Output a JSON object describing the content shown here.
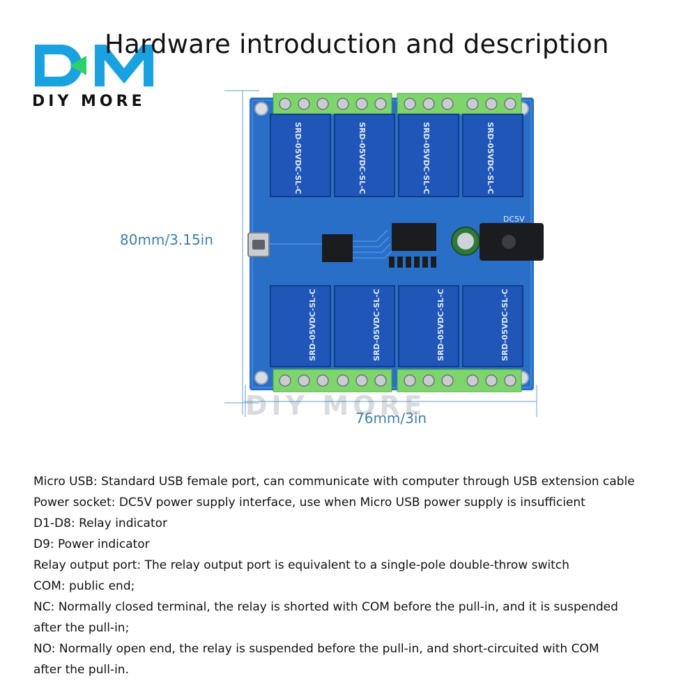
{
  "logo": {
    "mark": "DM",
    "text": "DIY MORE",
    "color": "#1aa1e0",
    "accent_color": "#2bd16a"
  },
  "title": "Hardware introduction and description",
  "dimensions": {
    "height_label": "80mm/3.15in",
    "width_label": "76mm/3in",
    "label_color": "#3f7fa6"
  },
  "watermark": "DIY MORE",
  "board": {
    "pcb_color": "#2a6fc7",
    "relay_color": "#1f56b8",
    "terminal_color": "#7ed56c",
    "relay_top_marking": "SRD-05VDC-SL-C",
    "relay_bottom_marking": "SRD-05VDC-SL-C",
    "power_label": "DC5V"
  },
  "description": [
    "Micro USB: Standard USB female port, can communicate with computer through USB extension cable",
    "Power socket: DC5V power supply interface, use when Micro USB power supply is insufficient",
    "D1-D8: Relay indicator",
    "D9: Power indicator",
    "Relay output port: The relay output port is equivalent to a single-pole double-throw switch",
    "COM: public end;",
    "NC: Normally closed terminal, the relay is shorted with COM before the pull-in, and it is suspended",
    "after the pull-in;",
    "NO: Normally open end, the relay is suspended before the pull-in, and short-circuited with COM",
    "after the pull-in."
  ]
}
